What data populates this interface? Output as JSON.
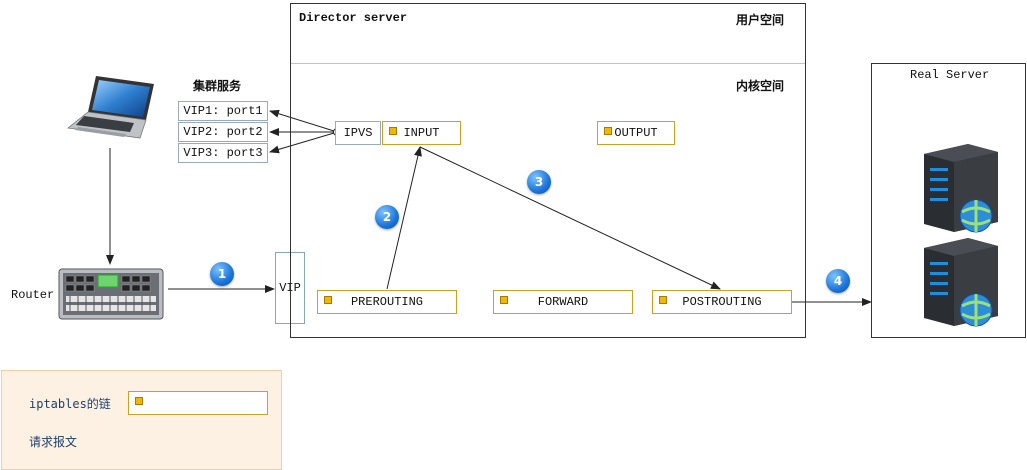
{
  "director": {
    "title": "Director server",
    "user_space": "用户空间",
    "kernel_space": "内核空间"
  },
  "cluster": {
    "title": "集群服务",
    "vips": [
      "VIP1: port1",
      "VIP2: port2",
      "VIP3: port3"
    ]
  },
  "ipvs": "IPVS",
  "vip": "VIP",
  "router": "Router",
  "chains": {
    "input": "INPUT",
    "output": "OUTPUT",
    "prerouting": "PREROUTING",
    "forward": "FORWARD",
    "postrouting": "POSTROUTING"
  },
  "real_server": "Real Server",
  "steps": [
    "1",
    "2",
    "3",
    "4"
  ],
  "legend": {
    "chain_label": "iptables的链",
    "request_label": "请求报文"
  },
  "colors": {
    "chain_border": "#c9a227",
    "chain_marker": "#f2b705",
    "legend_bg": "#fdf1e4",
    "step_circle": "#1b74d8"
  }
}
